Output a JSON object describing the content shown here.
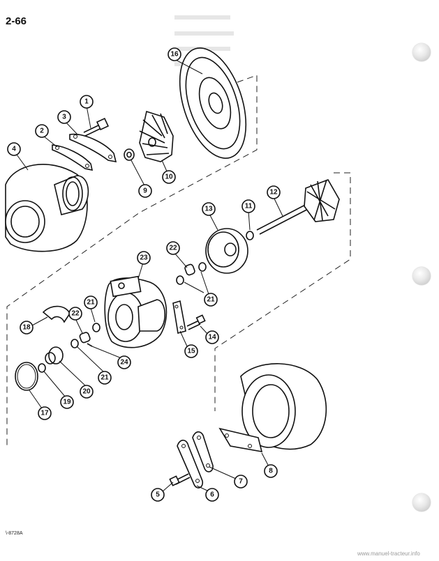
{
  "page_number": "2-66",
  "figure_code": "\\-8728A",
  "watermark": "www.manuel-tracteur.info",
  "callouts": [
    {
      "id": "1",
      "label": "1"
    },
    {
      "id": "2",
      "label": "2"
    },
    {
      "id": "3",
      "label": "3"
    },
    {
      "id": "4",
      "label": "4"
    },
    {
      "id": "5",
      "label": "5"
    },
    {
      "id": "6",
      "label": "6"
    },
    {
      "id": "7",
      "label": "7"
    },
    {
      "id": "8",
      "label": "8"
    },
    {
      "id": "9",
      "label": "9"
    },
    {
      "id": "10",
      "label": "10"
    },
    {
      "id": "11",
      "label": "11"
    },
    {
      "id": "12",
      "label": "12"
    },
    {
      "id": "13",
      "label": "13"
    },
    {
      "id": "14",
      "label": "14"
    },
    {
      "id": "15",
      "label": "15"
    },
    {
      "id": "16",
      "label": "16"
    },
    {
      "id": "17",
      "label": "17"
    },
    {
      "id": "18",
      "label": "18"
    },
    {
      "id": "19",
      "label": "19"
    },
    {
      "id": "20",
      "label": "20"
    },
    {
      "id": "21a",
      "label": "21"
    },
    {
      "id": "21b",
      "label": "21"
    },
    {
      "id": "21c",
      "label": "21"
    },
    {
      "id": "22a",
      "label": "22"
    },
    {
      "id": "22b",
      "label": "22"
    },
    {
      "id": "23",
      "label": "23"
    },
    {
      "id": "24",
      "label": "24"
    }
  ]
}
